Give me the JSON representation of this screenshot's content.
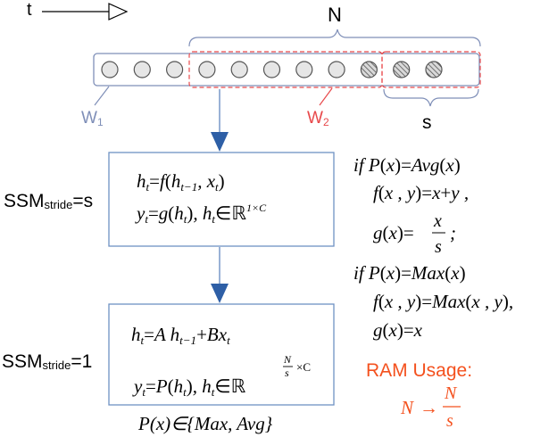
{
  "time_axis": {
    "label": "t"
  },
  "brace_top": {
    "label": "N"
  },
  "window_labels": {
    "w1_base": "W",
    "w1_sub": "1",
    "w2_base": "W",
    "w2_sub": "2",
    "stride": "s"
  },
  "sequence": {
    "plain_count": 8,
    "hatched_count": 3
  },
  "ssm_stride_s": {
    "label_base": "SSM",
    "label_sub": "stride",
    "label_eq": "=s"
  },
  "ssm_stride_1": {
    "label_base": "SSM",
    "label_sub": "stride",
    "label_eq": "=1"
  },
  "pooling_set": "P(x)∈{Max, Avg}",
  "ram": {
    "title": "RAM  Usage:"
  },
  "colors": {
    "blue": "#2e5fa6",
    "window_blue": "#7f8fb8",
    "red": "#e8494b",
    "orange": "#f4511e",
    "box": "#6e91c4"
  }
}
